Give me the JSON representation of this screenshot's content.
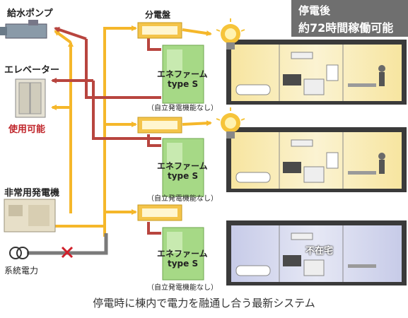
{
  "status_box": {
    "line1": "停電後",
    "line2": "約72時間稼働可能"
  },
  "labels": {
    "pump": "給水ポンプ",
    "elevator": "エレベーター",
    "usable": "使用可能",
    "generator": "非常用発電機",
    "grid": "系統電力",
    "panel": "分電盤"
  },
  "units": [
    {
      "name_line1": "エネファーム",
      "name_line2": "type S",
      "note": "（自立発電機能なし）"
    },
    {
      "name_line1": "エネファーム",
      "name_line2": "type S",
      "note": "（自立発電機能なし）"
    },
    {
      "name_line1": "エネファーム",
      "name_line2": "type S",
      "note": "（自立発電機能なし）"
    }
  ],
  "floors": [
    {
      "absent": ""
    },
    {
      "absent": ""
    },
    {
      "absent": "不在宅"
    }
  ],
  "caption": "停電時に棟内で電力を融通し合う最新システム",
  "colors": {
    "power_flow": "#f5b72a",
    "return_flow": "#b8453f",
    "grid_line": "#7a7a7a",
    "unit_green": "#9fd47a",
    "lit_room": "#f4eac0",
    "dark_room": "#c8cde8",
    "cross": "#d01f2a"
  }
}
